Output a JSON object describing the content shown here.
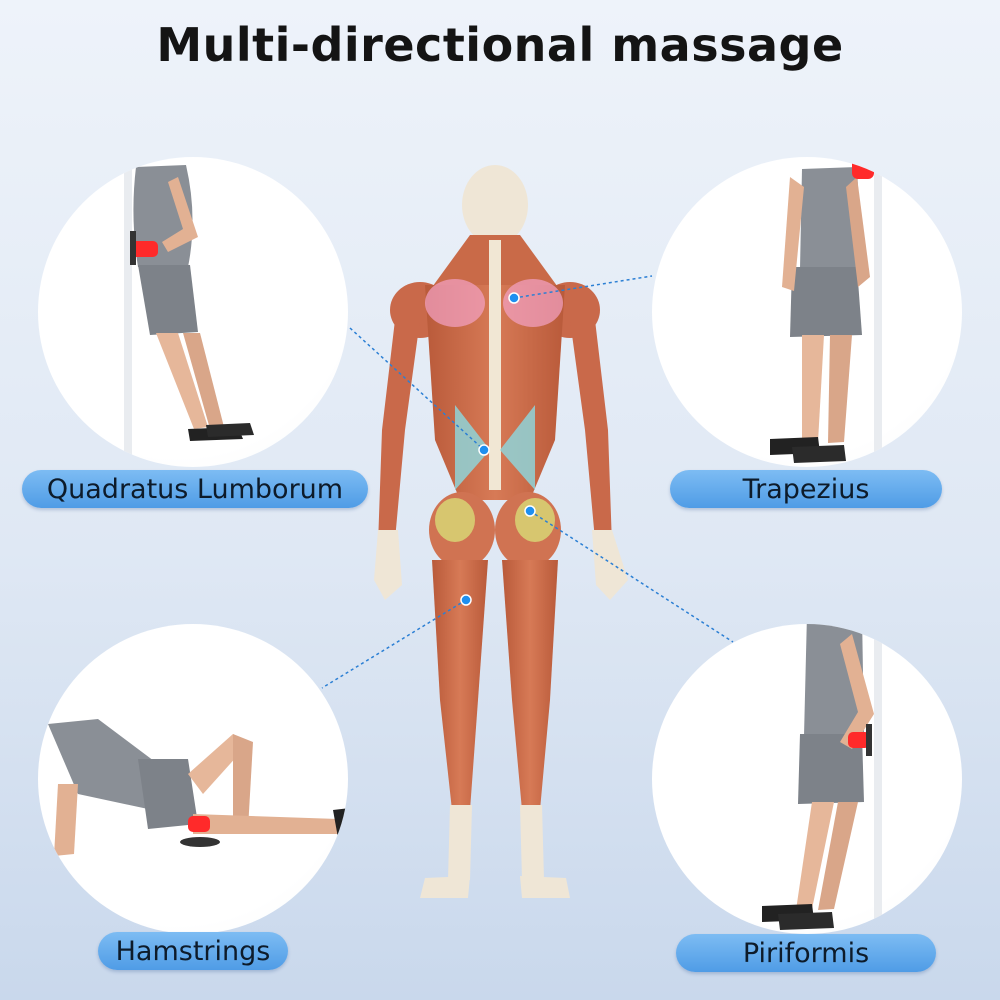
{
  "title": "Multi-directional massage",
  "labels": {
    "quadratus": "Quadratus Lumborum",
    "trapezius": "Trapezius",
    "hamstrings": "Hamstrings",
    "piriformis": "Piriformis"
  },
  "colors": {
    "label_blue": "#5aa6ec",
    "accent_dot": "#1e8ff0",
    "massage_red": "#ff2a2a"
  },
  "icons": [
    "muscle-anatomy-figure",
    "person-using-massager"
  ]
}
